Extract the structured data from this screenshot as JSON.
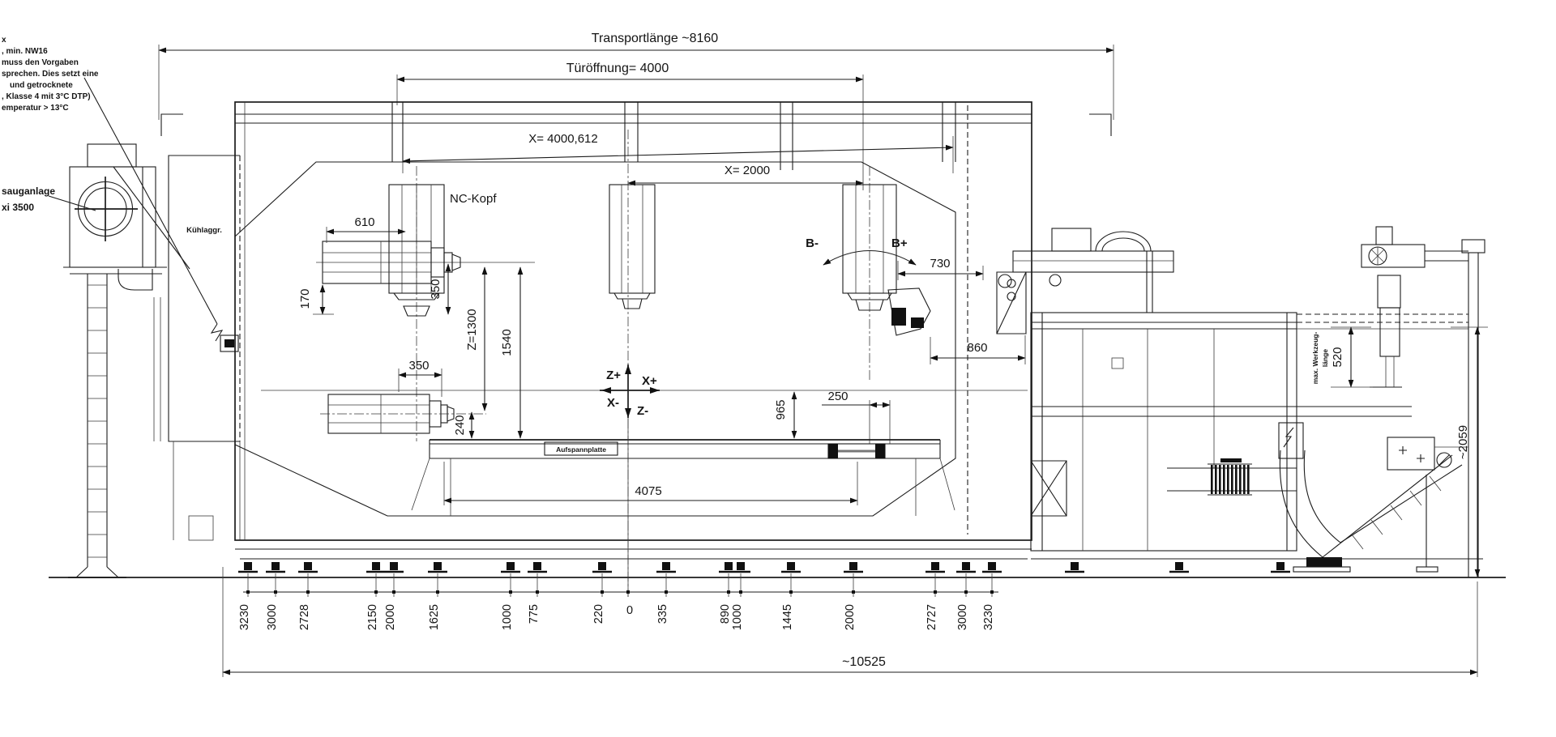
{
  "notes": {
    "lines": [
      "x",
      ", min. NW16",
      "muss den Vorgaben",
      "sprechen. Dies setzt eine",
      "und getrocknete",
      ", Klasse 4 mit 3°C DTP)",
      "emperatur > 13°C"
    ]
  },
  "labels": {
    "transportlaenge": "Transportlänge ~8160",
    "tueroeffnung": "Türöffnung= 4000",
    "x_4000": "X= 4000,612",
    "x_2000": "X= 2000",
    "nc_kopf": "NC-Kopf",
    "absaug1": "sauganlage",
    "absaug2": "xi 3500",
    "kuehlaggr": "Kühlaggr.",
    "aufspannplatte": "Aufspannplatte",
    "werkzeug1": "max. Werkzeug-",
    "werkzeug2": "länge"
  },
  "dims": {
    "d610": "610",
    "d170": "170",
    "d350v": "350",
    "z1300": "Z=1300",
    "d1540": "1540",
    "d350h": "350",
    "d240": "240",
    "d965": "965",
    "d250": "250",
    "d730": "730",
    "d860": "860",
    "d4075": "4075",
    "d520": "520",
    "d2059": "~2059",
    "total": "~10525",
    "b_minus": "B-",
    "b_plus": "B+"
  },
  "axes": {
    "z_plus": "Z+",
    "x_plus": "X+",
    "x_minus": "X-",
    "z_minus": "Z-"
  },
  "chain": {
    "left": [
      "3230",
      "3000",
      "2728",
      "2150",
      "2000",
      "1625",
      "1000",
      "775",
      "220"
    ],
    "zero": "0",
    "right": [
      "335",
      "890",
      "1000",
      "1445",
      "2000",
      "2727",
      "3000",
      "3230"
    ]
  },
  "colors": {
    "ink": "#141414",
    "paper": "#ffffff"
  }
}
